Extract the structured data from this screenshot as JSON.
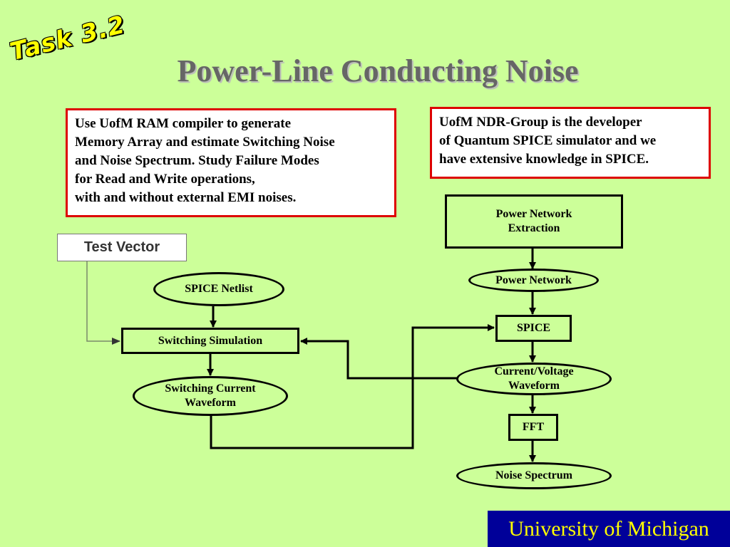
{
  "task_tag": "Task 3.2",
  "title": "Power-Line Conducting Noise",
  "left_note": {
    "lines": [
      "Use UofM RAM compiler to generate",
      "Memory Array and estimate Switching Noise",
      "and Noise Spectrum. Study Failure Modes",
      "for Read and Write operations,",
      "with and without external EMI noises."
    ]
  },
  "right_note": {
    "lines": [
      "UofM NDR-Group is the developer",
      "of Quantum SPICE simulator and we",
      "have extensive knowledge in SPICE."
    ]
  },
  "diagram": {
    "test_vector": "Test Vector",
    "spice_netlist": "SPICE Netlist",
    "switching_simulation": "Switching Simulation",
    "switching_current": [
      "Switching Current",
      "Waveform"
    ],
    "power_network_extraction": [
      "Power Network",
      "Extraction"
    ],
    "power_network": "Power Network",
    "spice": "SPICE",
    "current_voltage": [
      "Current/Voltage",
      "Waveform"
    ],
    "fft": "FFT",
    "noise_spectrum": "Noise Spectrum"
  },
  "footer": "University of Michigan",
  "colors": {
    "background": "#ccff99",
    "note_border": "#dd0000",
    "footer_bg": "#000099",
    "footer_text": "#ffff00",
    "task_tag": "#ffff00",
    "title": "#666666"
  }
}
